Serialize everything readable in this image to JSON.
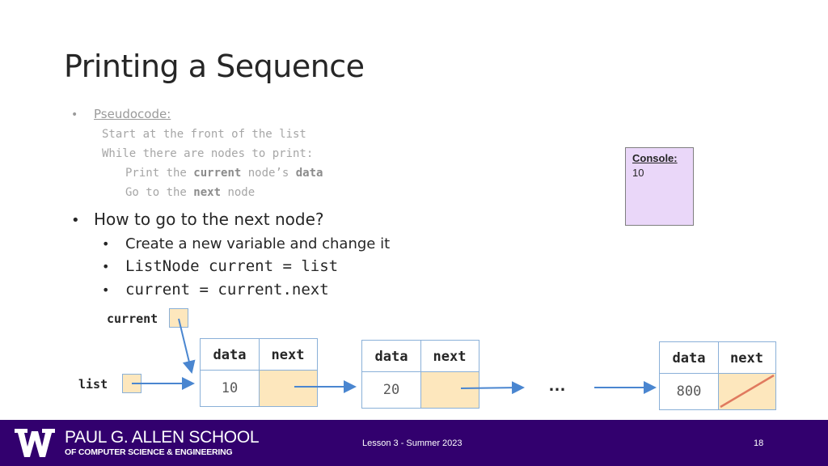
{
  "slide": {
    "title": "Printing a Sequence",
    "bullet_char": "•",
    "pseudocode_label": "Pseudocode:",
    "pseudocode": {
      "line1": "Start at the front of the list",
      "line2": "While there are nodes to print:",
      "line3_a": "Print the ",
      "line3_b": "current",
      "line3_c": " node’s ",
      "line3_d": "data",
      "line4_a": "Go to the ",
      "line4_b": "next",
      "line4_c": " node"
    },
    "question": "How to go to the next node?",
    "sub_bullets": [
      "Create a new variable and change it",
      "ListNode current = list",
      "current = current.next"
    ]
  },
  "console": {
    "label": "Console:",
    "output": "10"
  },
  "diagram": {
    "current_label": "current",
    "list_label": "list",
    "data_header": "data",
    "next_header": "next",
    "nodes": [
      {
        "data": "10"
      },
      {
        "data": "20"
      },
      {
        "data": "800"
      }
    ],
    "ellipsis": "…"
  },
  "footer": {
    "school_line1": "PAUL G. ALLEN SCHOOL",
    "school_line2": "OF COMPUTER SCIENCE & ENGINEERING",
    "course": "Lesson 3 - Summer 2023",
    "page_number": "18"
  },
  "colors": {
    "footer_purple": "#32006e",
    "console_bg": "#ead7f9",
    "pointer_cell": "#fde7bd",
    "arrow": "#4a86d0",
    "null_slash": "#e07a5f"
  }
}
